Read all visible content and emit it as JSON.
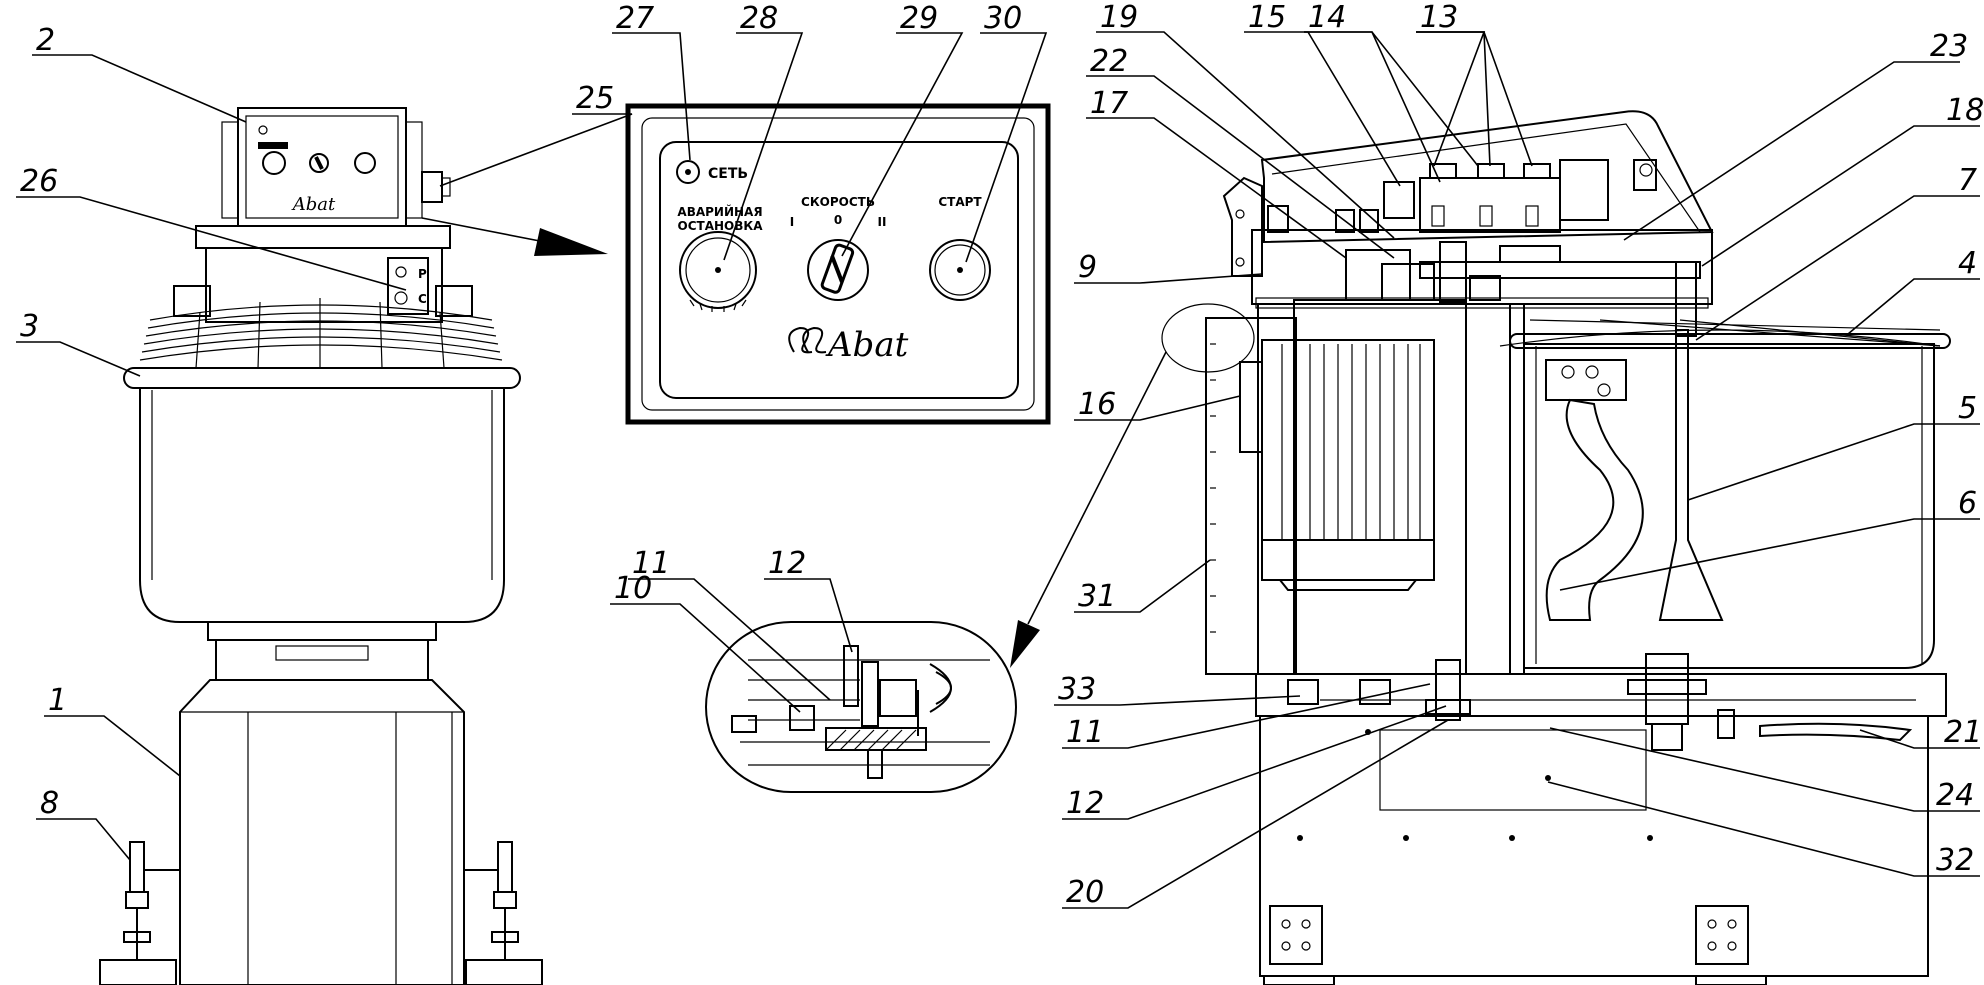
{
  "callouts": {
    "n1": "1",
    "n2": "2",
    "n3": "3",
    "n4": "4",
    "n5": "5",
    "n6": "6",
    "n7": "7",
    "n8": "8",
    "n9": "9",
    "n10": "10",
    "n11a": "11",
    "n11b": "11",
    "n12a": "12",
    "n12b": "12",
    "n13": "13",
    "n14": "14",
    "n15": "15",
    "n16": "16",
    "n17": "17",
    "n18": "18",
    "n19": "19",
    "n20": "20",
    "n21": "21",
    "n22": "22",
    "n23": "23",
    "n24": "24",
    "n25": "25",
    "n26": "26",
    "n27": "27",
    "n28": "28",
    "n29": "29",
    "n30": "30",
    "n31": "31",
    "n32": "32",
    "n33": "33"
  },
  "control_panel": {
    "power_label": "СЕТЬ",
    "emergency_stop_line1": "АВАРИЙНАЯ",
    "emergency_stop_line2": "ОСТАНОВКА",
    "speed_label": "СКОРОСТЬ",
    "speed_mark_1": "I",
    "speed_mark_0": "0",
    "speed_mark_2": "II",
    "start_label": "СТАРТ",
    "brand": "Abat"
  },
  "side_switch": {
    "mark_top": "P",
    "mark_bottom": "C"
  }
}
